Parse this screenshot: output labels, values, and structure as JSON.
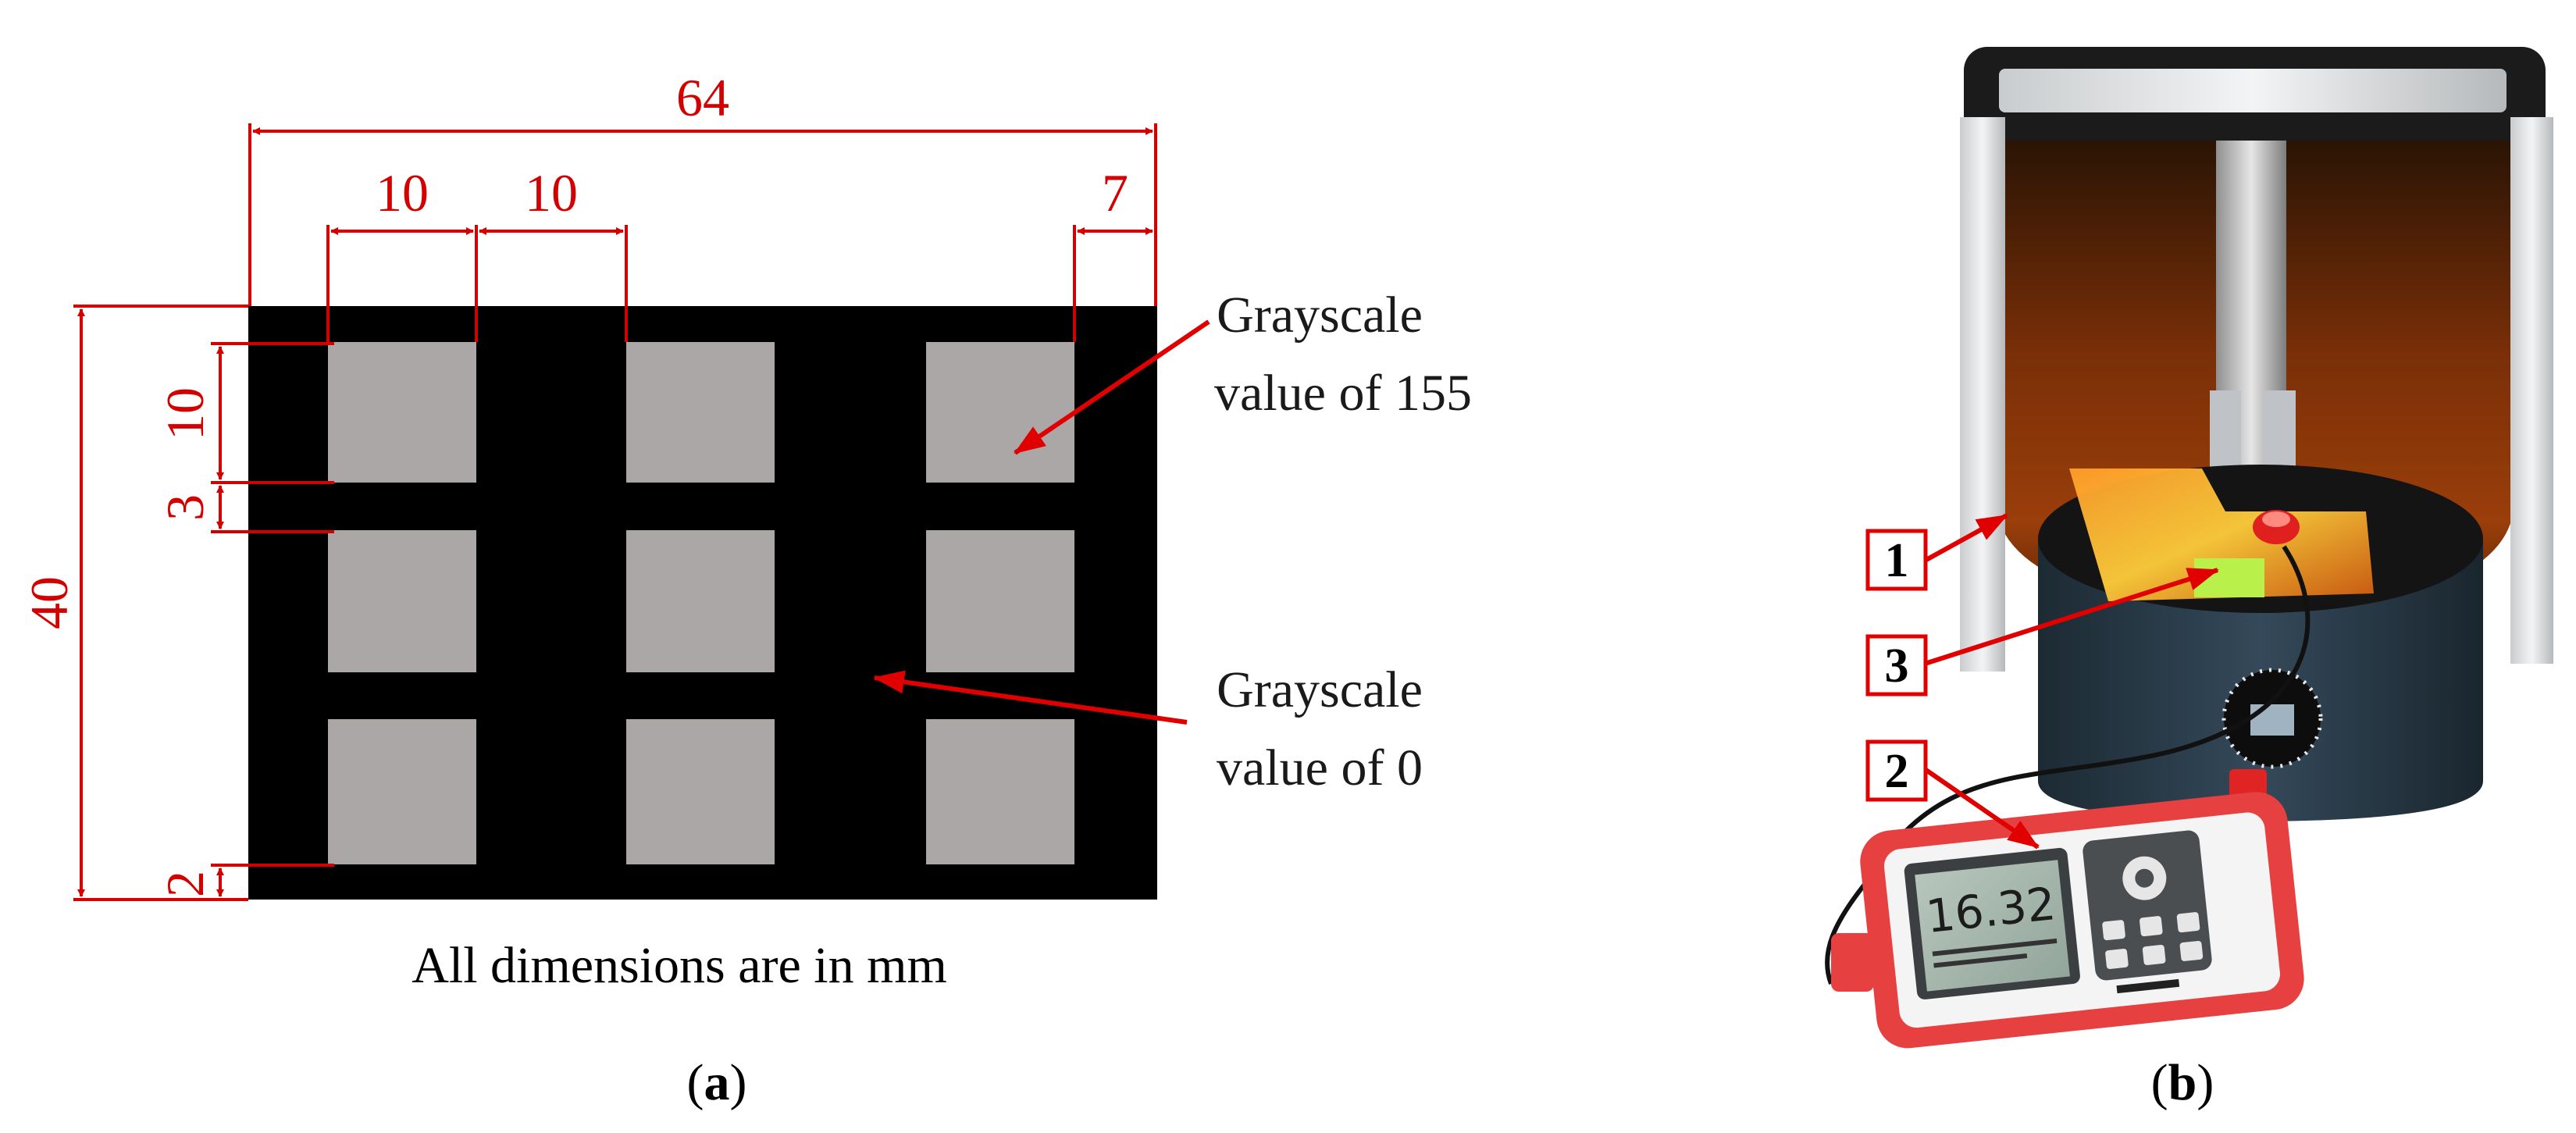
{
  "panel_a": {
    "dimensions": {
      "total_width": "64",
      "square_width_1": "10",
      "square_gap": "10",
      "right_margin": "7",
      "square_height": "10",
      "row_gap": "3",
      "total_height": "40",
      "bottom_margin": "2"
    },
    "annotations": {
      "gray155_line1": "Grayscale",
      "gray155_line2": "value of 155",
      "gray0_line1": "Grayscale",
      "gray0_line2": "value of 0"
    },
    "colors": {
      "background_region": "#000000",
      "square_region": "#aba7a7",
      "dimension": "#d40000"
    },
    "note": "All dimensions are in mm",
    "caption_open": "(",
    "caption_letter": "a",
    "caption_close": ")"
  },
  "panel_b": {
    "labels": [
      "1",
      "2",
      "3"
    ],
    "meter_reading": "16.32",
    "caption_open": "(",
    "caption_letter": "b",
    "caption_close": ")"
  }
}
